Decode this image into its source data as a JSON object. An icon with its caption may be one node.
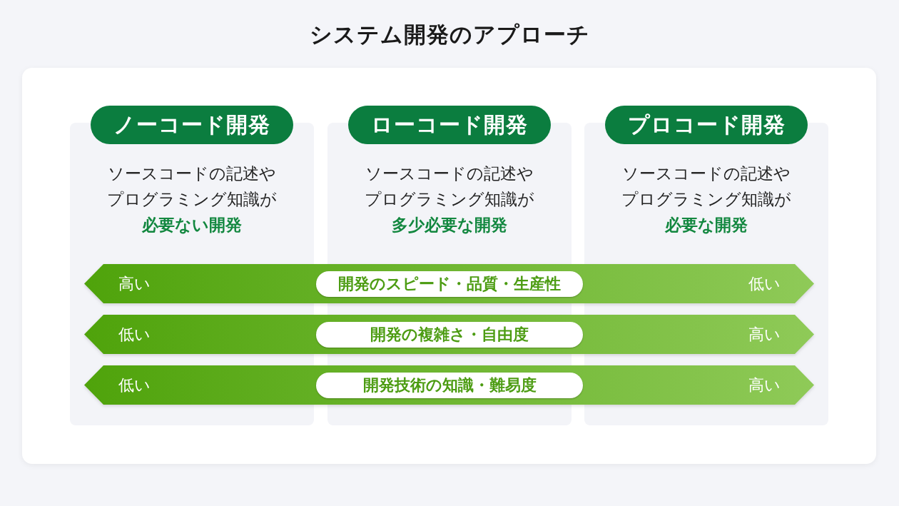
{
  "diagram": {
    "title": "システム開発のアプローチ",
    "nodes": [
      {
        "text": [
          "ノーコード開発",
          "ソースコードの記述やプログラミング知識が**必要ない開発**"
        ]
      },
      {
        "text": [
          "ローコード開発",
          "ソースコードの記述やプログラミング知識が**多少必要な開発**"
        ]
      },
      {
        "text": [
          "プロコード開発",
          "ソースコードの記述やプログラミング知識が**必要な開発**"
        ]
      },
      {
        "text": [
          "高い",
          "低い"
        ]
      },
      {
        "text": [
          "開発のスピード・品質・生産性"
        ],
        "in": 3
      },
      {
        "text": [
          "低い",
          "高い"
        ]
      },
      {
        "text": [
          "開発の複雑さ・自由度"
        ],
        "in": 5
      },
      {
        "text": [
          "低い",
          "高い"
        ]
      },
      {
        "text": [
          "開発技術の知識・難易度"
        ],
        "in": 7
      }
    ]
  }
}
